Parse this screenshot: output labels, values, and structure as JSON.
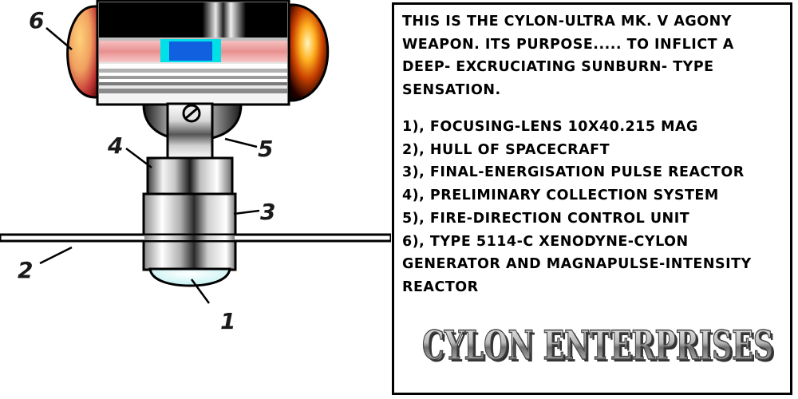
{
  "callouts": {
    "n1": "1",
    "n2": "2",
    "n3": "3",
    "n4": "4",
    "n5": "5",
    "n6": "6"
  },
  "description": {
    "intro": "THIS IS THE CYLON-ULTRA MK. V AGONY WEAPON. ITS PURPOSE..... TO INFLICT A DEEP- EXCRUCIATING SUNBURN-  TYPE SENSATION.",
    "legend": [
      "1), FOCUSING-LENS 10X40.215 MAG",
      "2), HULL OF SPACECRAFT",
      "3), FINAL-ENERGISATION PULSE REACTOR",
      "4), PRELIMINARY COLLECTION SYSTEM",
      "5), FIRE-DIRECTION CONTROL UNIT",
      "6), TYPE 5114-C XENODYNE-CYLON GENERATOR AND MAGNAPULSE-INTENSITY REACTOR"
    ]
  },
  "brand": {
    "logo_text": "CYLON ENTERPRISES"
  }
}
